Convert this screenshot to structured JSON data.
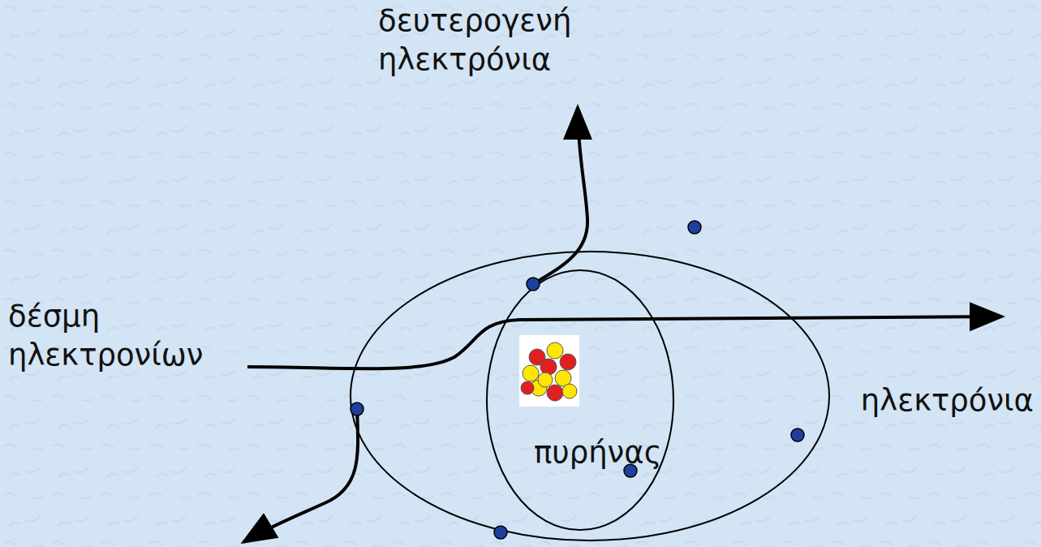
{
  "diagram": {
    "labels": [
      "δευτερογενή ηλεκτρόνια",
      "δέσμη ηλεκτρονίων",
      "ηλεκτρόνια",
      "πυρήνας"
    ]
  }
}
